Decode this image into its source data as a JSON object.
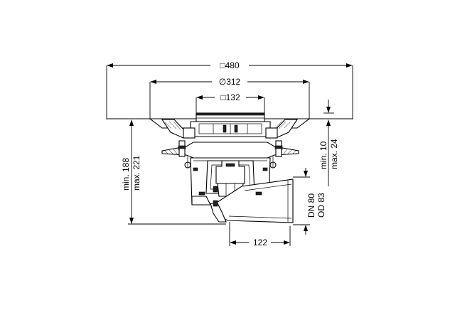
{
  "labels": {
    "overall_width": "□480",
    "flange_diameter": "∅312",
    "grate_size": "□132",
    "height_min": "min. 188",
    "height_max": "max. 221",
    "adjust_min": "min. 10",
    "adjust_max": "max. 24",
    "pipe_dn": "DN 80",
    "pipe_od": "OD 83",
    "outlet_offset": "122"
  }
}
